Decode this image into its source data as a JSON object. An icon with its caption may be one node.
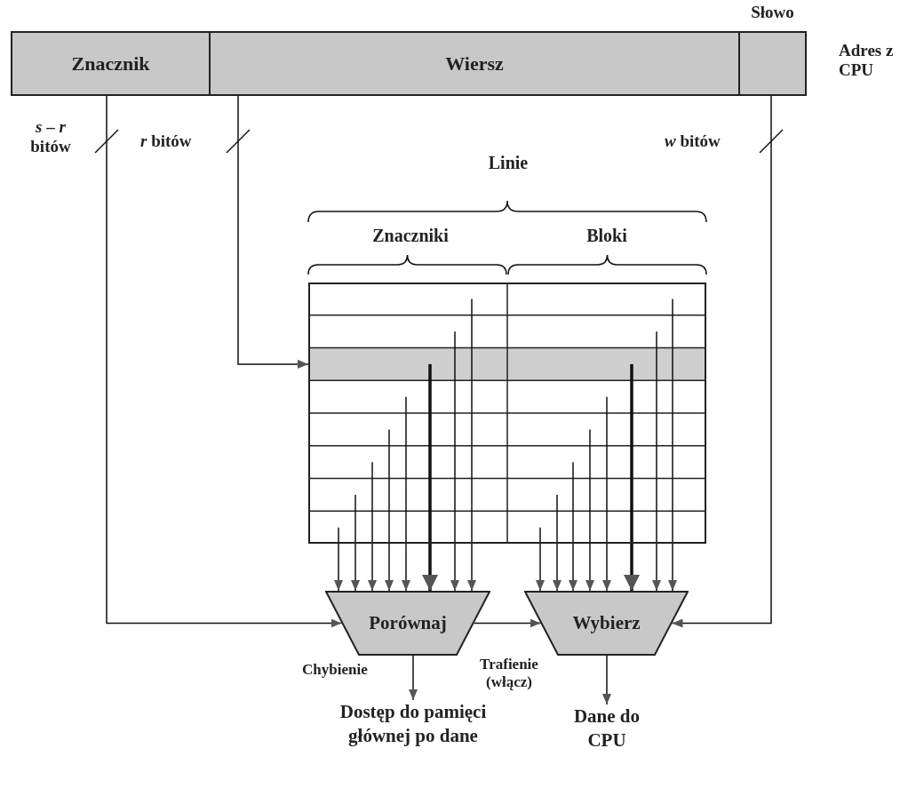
{
  "diagram": {
    "nodes": [
      {
        "text": [
          "Znacznik"
        ]
      },
      {
        "text": [
          "Wiersz"
        ]
      },
      {
        "text": [
          "Słowo"
        ]
      },
      {
        "text": [],
        "shape": "box"
      },
      {
        "text": [
          "Porównaj"
        ]
      },
      {
        "text": [
          "Wybierz"
        ]
      },
      {
        "text": [
          "Dostęp do pamięci głównej po dane"
        ]
      },
      {
        "text": [
          "Dane do CPU"
        ]
      }
    ],
    "edges": [
      {
        "from": 0,
        "to": 4,
        "arrow": "to",
        "label": "*s* – *r* bitów"
      },
      {
        "from": 1,
        "to": 3,
        "arrow": "to",
        "label": "*r* bitów"
      },
      {
        "from": 2,
        "to": 5,
        "arrow": "to",
        "label": "*w* bitów"
      },
      {
        "from": 3,
        "to": 4,
        "arrow": "to"
      },
      {
        "from": 3,
        "to": 4,
        "arrow": "to"
      },
      {
        "from": 3,
        "to": 4,
        "arrow": "to",
        "style": "thick"
      },
      {
        "from": 3,
        "to": 4,
        "arrow": "to"
      },
      {
        "from": 3,
        "to": 4,
        "arrow": "to"
      },
      {
        "from": 3,
        "to": 4,
        "arrow": "to"
      },
      {
        "from": 3,
        "to": 4,
        "arrow": "to"
      },
      {
        "from": 3,
        "to": 4,
        "arrow": "to"
      },
      {
        "from": 3,
        "to": 5,
        "arrow": "to"
      },
      {
        "from": 3,
        "to": 5,
        "arrow": "to"
      },
      {
        "from": 3,
        "to": 5,
        "arrow": "to",
        "style": "thick"
      },
      {
        "from": 3,
        "to": 5,
        "arrow": "to"
      },
      {
        "from": 3,
        "to": 5,
        "arrow": "to"
      },
      {
        "from": 3,
        "to": 5,
        "arrow": "to"
      },
      {
        "from": 3,
        "to": 5,
        "arrow": "to"
      },
      {
        "from": 3,
        "to": 5,
        "arrow": "to"
      },
      {
        "from": 4,
        "to": 5,
        "arrow": "to",
        "label": "Trafienie (włącz)"
      },
      {
        "from": 4,
        "to": 6,
        "arrow": "to",
        "label": "Chybienie"
      },
      {
        "from": 5,
        "to": 7,
        "arrow": "to"
      }
    ],
    "labels": [
      "Adres z CPU",
      "Linie",
      "Znaczniki",
      "Bloki"
    ]
  }
}
